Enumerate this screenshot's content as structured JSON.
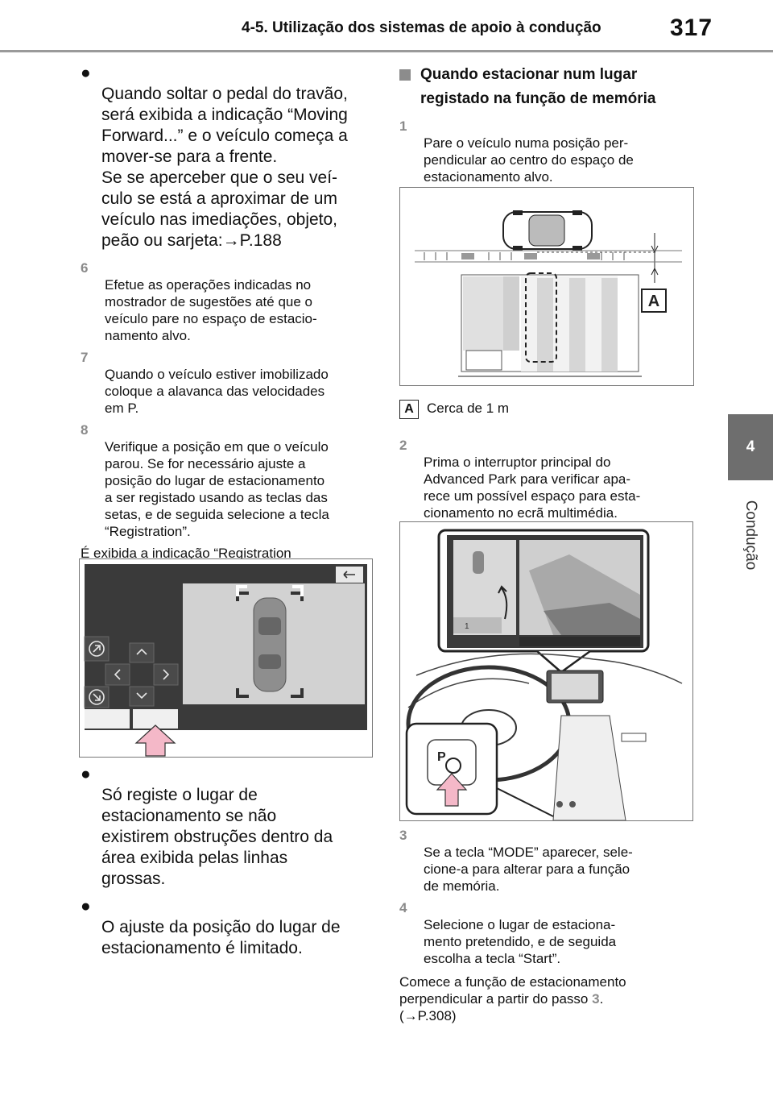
{
  "header": {
    "title": "4-5. Utilização dos sistemas de apoio à condução",
    "page_number": "317"
  },
  "side_tab": {
    "number": "4",
    "label": "Condução"
  },
  "left": {
    "bullet1": "Quando soltar o pedal do travão,\nserá exibida a indicação “Moving\nForward...” e o veículo começa a\nmover-se para a frente.\nSe se aperceber que o seu veí-\nculo se está a aproximar de um\nveículo nas imediações, objeto,\npeão ou sarjeta:",
    "bullet1_ref": "P.188",
    "steps": [
      {
        "num": "6",
        "text": "Efetue as operações indicadas no\nmostrador de sugestões até que o\nveículo pare no espaço de estacio-\nnamento alvo."
      },
      {
        "num": "7",
        "text": "Quando o veículo estiver imobilizado\ncoloque a alavanca das velocidades\nem P."
      },
      {
        "num": "8",
        "text": "Verifique a posição em que o veículo\nparou. Se for necessário ajuste a\nposição do lugar de estacionamento\na ser registado usando as teclas das\nsetas, e de seguida selecione a tecla\n“Registration”."
      }
    ],
    "para": "É exibida a indicação “Registration\nCompleted” no ecrã do sistema multi-\nmédia.",
    "bullet2": "Só registe o lugar de\nestacionamento se não\nexistirem obstruções dentro da\nárea exibida pelas linhas\ngrossas.",
    "bullet3": "O ajuste da posição do lugar de\nestacionamento é limitado."
  },
  "right": {
    "heading": "Quando estacionar num lugar\nregistado na função de memória",
    "step1": {
      "num": "1",
      "text": "Pare o veículo numa posição per-\npendicular ao centro do espaço de\nestacionamento alvo."
    },
    "callout_letter": "A",
    "callout_text": "Cerca de 1 m",
    "step2": {
      "num": "2",
      "text": "Prima o interruptor principal do\nAdvanced Park para verificar apa-\nrece um possível espaço para esta-\ncionamento no ecrã multimédia."
    },
    "step3": {
      "num": "3",
      "text": "Se a tecla “MODE” aparecer, sele-\ncione-a para alterar para a função\nde memória."
    },
    "step4": {
      "num": "4",
      "text": "Selecione o lugar de estaciona-\nmento pretendido, e de seguida\nescolha a tecla “Start”."
    },
    "closing": "Comece a função de estacionamento\nperpendicular a partir do passo",
    "closing_step": "3",
    "closing_ref": "P.308"
  },
  "figure2": {
    "screen_mini_label": "1",
    "key_label": "P"
  },
  "colors": {
    "step_number": "#8a8a8a",
    "arrow_fill": "#f4b8c8",
    "screen_dark": "#3a3a3a"
  }
}
